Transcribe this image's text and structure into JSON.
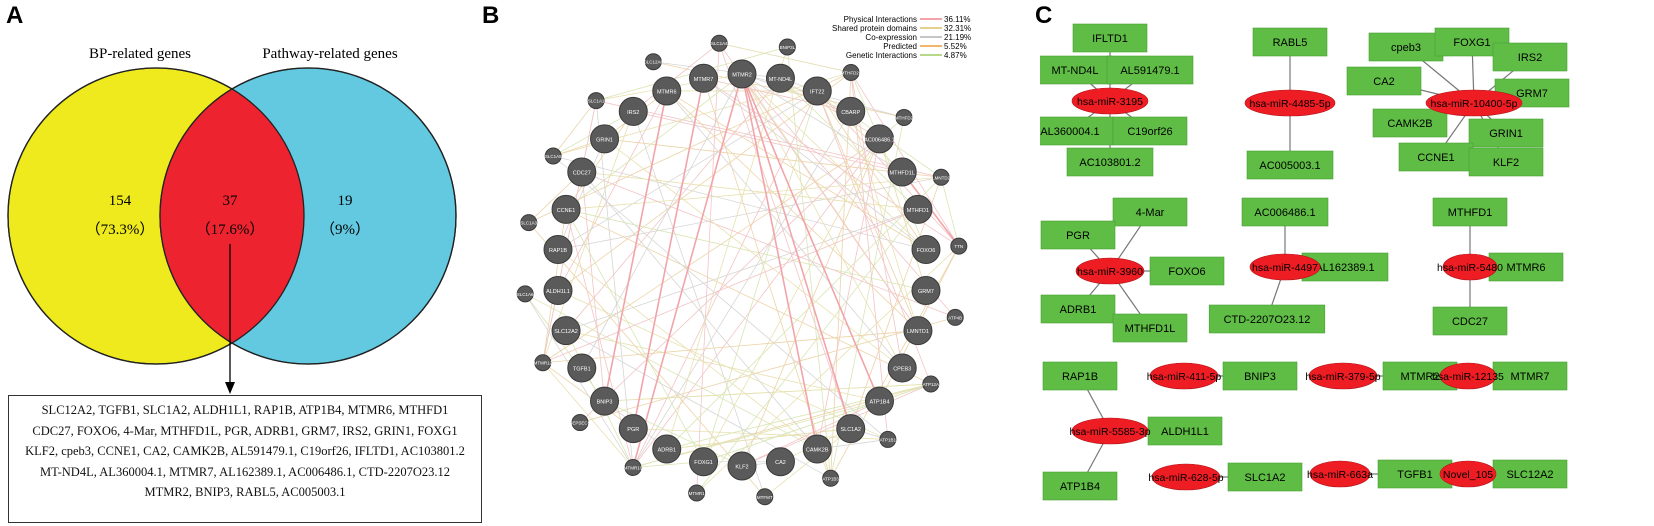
{
  "panels": {
    "a": {
      "letter": "A",
      "left_set_label": "BP-related genes",
      "right_set_label": "Pathway-related genes",
      "left_only_count": "154",
      "left_only_pct": "（73.3%）",
      "overlap_count": "37",
      "overlap_pct": "（17.6%）",
      "right_only_count": "19",
      "right_only_pct": "（9%）",
      "colors": {
        "left": "#eeea1e",
        "right": "#62c9e0",
        "overlap": "#ee2330"
      },
      "gene_lines": [
        "SLC12A2, TGFB1, SLC1A2, ALDH1L1, RAP1B, ATP1B4, MTMR6, MTHFD1",
        "CDC27, FOXO6, 4-Mar, MTHFD1L, PGR, ADRB1, GRM7, IRS2, GRIN1, FOXG1",
        "KLF2, cpeb3, CCNE1, CA2, CAMK2B, AL591479.1, C19orf26, IFLTD1, AC103801.2",
        "MT-ND4L, AL360004.1, MTMR7, AL162389.1, AC006486.1, CTD-2207O23.12",
        "MTMR2, BNIP3, RABL5, AC005003.1"
      ]
    },
    "b": {
      "letter": "B",
      "legend": [
        {
          "label": "Physical Interactions",
          "pct": "36.11%",
          "color": "#f4a3a8"
        },
        {
          "label": "Shared protein domains",
          "pct": "32.31%",
          "color": "#e7cf8e"
        },
        {
          "label": "Co-expression",
          "pct": "21.19%",
          "color": "#c6c6c6"
        },
        {
          "label": "Predicted",
          "pct": "5.52%",
          "color": "#f1b66a"
        },
        {
          "label": "Genetic Interactions",
          "pct": "4.87%",
          "color": "#b9d98a"
        }
      ],
      "outer_nodes": [
        "BNIP3L",
        "MTHFD2L",
        "MTHFD2",
        "LMNTD2",
        "TTN",
        "ATP4B",
        "ATP12A",
        "ATP1B1",
        "ATP1B3",
        "MTFMT",
        "MTMR1",
        "MTMR10",
        "SEPSECS",
        "MTMR12",
        "SLC1A6",
        "SLC1A3",
        "SLC1A5",
        "SLC1A1",
        "SLC12A6",
        "SLC1A4"
      ],
      "inner_nodes": [
        "MTMR2",
        "MT-ND4L",
        "IFT22",
        "CBARP",
        "AC006486.1",
        "MTHFD1L",
        "MTHFD1",
        "FOXO6",
        "GRM7",
        "LMNTD1",
        "CPEB3",
        "ATP1B4",
        "SLC1A2",
        "CAMK2B",
        "CA2",
        "KLF2",
        "FOXG1",
        "ADRB1",
        "PGR",
        "BNIP3",
        "TGFB1",
        "SLC12A2",
        "ALDH1L1",
        "RAP1B",
        "CCNE1",
        "CDC27",
        "GRIN1",
        "IRS2",
        "MTMR6",
        "MTMR7"
      ]
    },
    "c": {
      "letter": "C",
      "networks": [
        {
          "mirna": "hsa-miR-3195",
          "genes": [
            "IFLTD1",
            "MT-ND4L",
            "AL591479.1",
            "AL360004.1",
            "C19orf26",
            "AC103801.2"
          ]
        },
        {
          "mirna": "hsa-miR-4485-5p",
          "genes": [
            "RABL5",
            "AC005003.1"
          ]
        },
        {
          "mirna": "hsa-miR-10400-5p",
          "genes": [
            "cpeb3",
            "FOXG1",
            "IRS2",
            "CA2",
            "GRM7",
            "CAMK2B",
            "GRIN1",
            "CCNE1",
            "KLF2"
          ]
        },
        {
          "mirna": "hsa-miR-3960",
          "genes": [
            "4-Mar",
            "PGR",
            "FOXO6",
            "ADRB1",
            "MTHFD1L"
          ]
        },
        {
          "mirna": "hsa-miR-4497",
          "genes": [
            "AC006486.1",
            "AL162389.1",
            "CTD-2207O23.12"
          ]
        },
        {
          "mirna": "hsa-miR-5480",
          "genes": [
            "MTHFD1",
            "MTMR6",
            "CDC27"
          ]
        },
        {
          "mirna": "hsa-miR-411-5p",
          "genes": [
            "BNIP3"
          ]
        },
        {
          "mirna": "hsa-miR-379-5p",
          "genes": [
            "MTMR2"
          ]
        },
        {
          "mirna": "hsa-miR-12135",
          "genes": [
            "MTMR7"
          ]
        },
        {
          "mirna": "hsa-miR-5585-3p",
          "genes": [
            "RAP1B",
            "ALDH1L1",
            "ATP1B4"
          ]
        },
        {
          "mirna": "hsa-miR-628-5p",
          "genes": [
            "SLC1A2"
          ]
        },
        {
          "mirna": "hsa-miR-663a",
          "genes": [
            "TGFB1"
          ]
        },
        {
          "mirna": "Novel_105",
          "genes": [
            "SLC12A2"
          ]
        }
      ],
      "colors": {
        "mirna": "#ee1d23",
        "gene": "#5fbd45",
        "edge": "#777777"
      }
    }
  }
}
